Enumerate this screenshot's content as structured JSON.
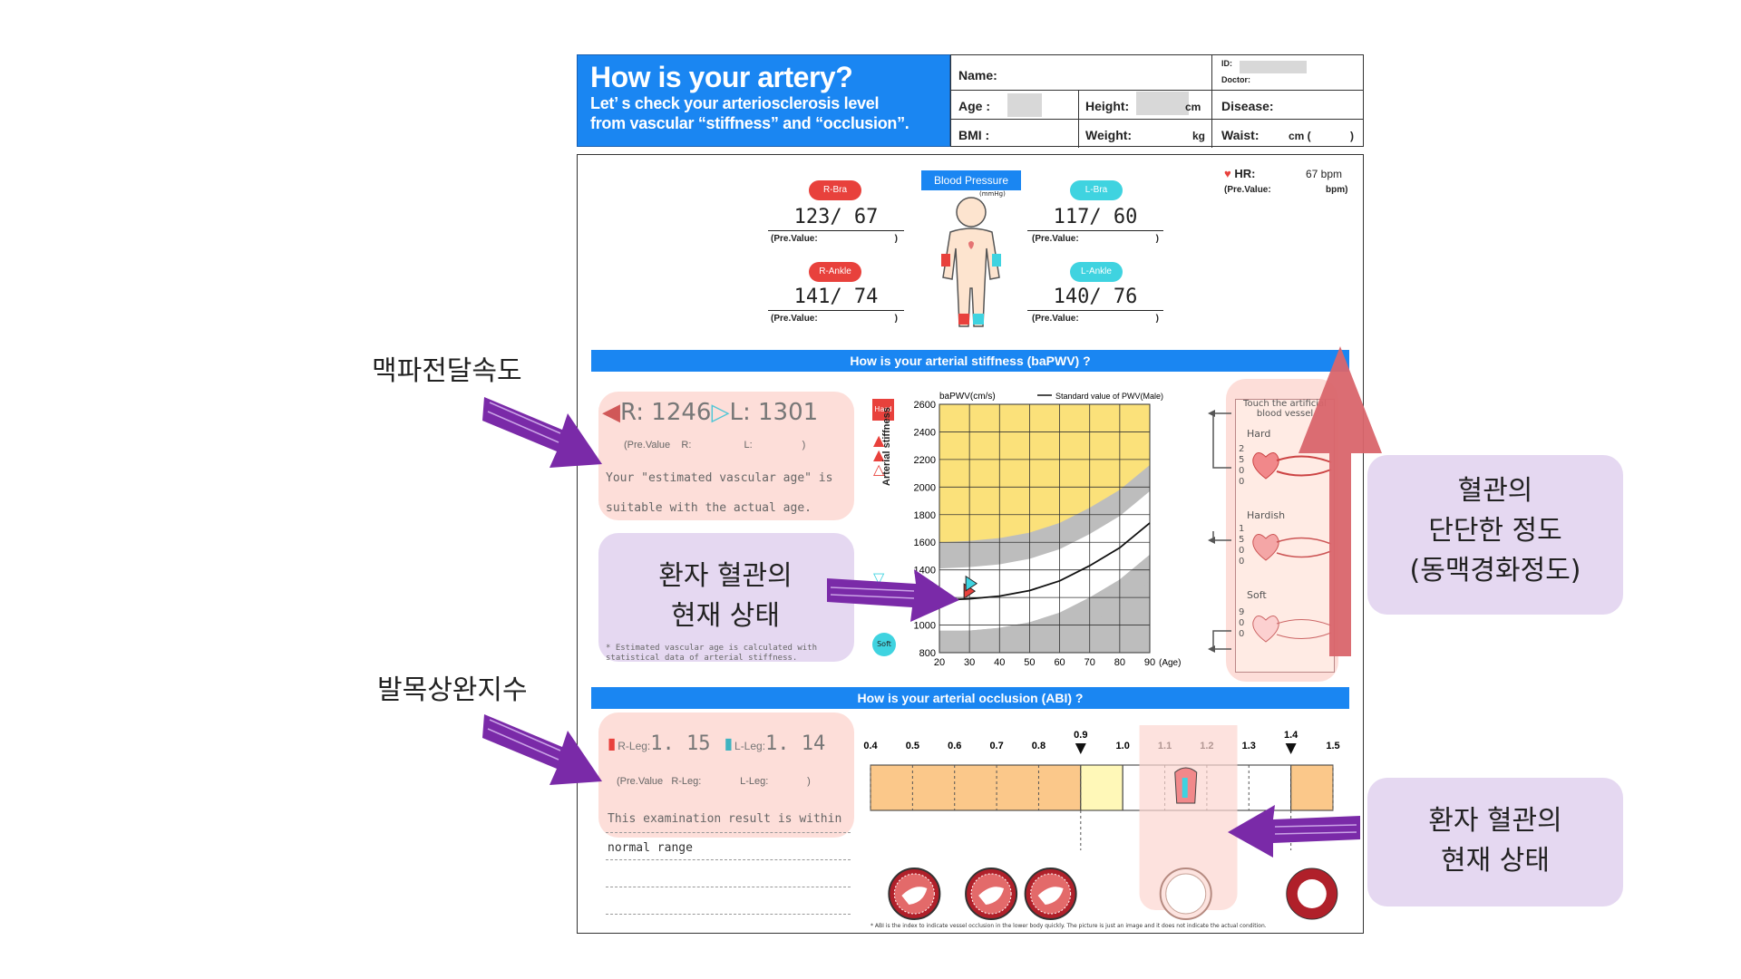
{
  "header": {
    "title": "How is your artery?",
    "subtitle_line1": "Let’ s check your arteriosclerosis level",
    "subtitle_line2": "from vascular “stiffness” and “occlusion”.",
    "name_label": "Name:",
    "id_label": "ID:",
    "doctor_label": "Doctor:",
    "age_label": "Age :",
    "height_label": "Height:",
    "height_unit": "cm",
    "disease_label": "Disease:",
    "bmi_label": "BMI :",
    "weight_label": "Weight:",
    "weight_unit": "kg",
    "waist_label": "Waist:",
    "waist_unit": "cm (",
    "waist_close": ")"
  },
  "blood_pressure": {
    "title": "Blood Pressure",
    "unit": "(mmHg)",
    "r_bra": {
      "label": "R-Bra",
      "value": "123/ 67"
    },
    "l_bra": {
      "label": "L-Bra",
      "value": "117/ 60"
    },
    "r_ankle": {
      "label": "R-Ankle",
      "value": "141/ 74"
    },
    "l_ankle": {
      "label": "L-Ankle",
      "value": "140/ 76"
    },
    "prev_label": "(Pre.Value:",
    "prev_close": ")",
    "hr_label": "HR:",
    "hr_value": "67 bpm",
    "hr_prev": "(Pre.Value:",
    "hr_prev_unit": "bpm)"
  },
  "stiffness": {
    "section_title": "How is your arterial stiffness (baPWV) ?",
    "r_label": "R:",
    "r_value": "1246",
    "l_label": "L:",
    "l_value": "1301",
    "prev_line": "(Pre.Value    R:                   L:                  )",
    "comment_line1": "Your \"estimated vascular age\" is",
    "comment_line2": "suitable with the actual age.",
    "footnote_line1": "* Estimated vascular age is calculated with",
    "footnote_line2": "statistical data of arterial stiffness.",
    "y_axis_label": "Arterial stiffness",
    "hard_badge": "Hard",
    "soft_badge": "Soft",
    "touch_title": "Touch the artificial blood vessel",
    "level_hard": "Hard",
    "level_hardish": "Hardish",
    "level_soft": "Soft",
    "level_hard_num": "2500",
    "level_hardish_num": "1500",
    "level_soft_num": "900"
  },
  "chart_data": {
    "type": "line",
    "title": "",
    "xlabel": "(Age)",
    "ylabel": "baPWV(cm/s)",
    "legend": "Standard value of PWV(Male)",
    "x_ticks": [
      "20",
      "30",
      "40",
      "50",
      "60",
      "70",
      "80",
      "90"
    ],
    "y_ticks": [
      "800",
      "1000",
      "1200",
      "1400",
      "1600",
      "1800",
      "2000",
      "2200",
      "2400",
      "2600"
    ],
    "xlim": [
      20,
      90
    ],
    "ylim": [
      800,
      2600
    ],
    "standard_curve": {
      "x": [
        20,
        30,
        40,
        50,
        60,
        70,
        80,
        90
      ],
      "y": [
        1180,
        1190,
        1210,
        1250,
        1320,
        1430,
        1560,
        1740
      ]
    },
    "patient_points": {
      "age": 30,
      "R": 1246,
      "L": 1301
    }
  },
  "occlusion": {
    "section_title": "How is your arterial occlusion (ABI) ?",
    "r_leg_label": "R-Leg:",
    "r_leg_value": "1. 15",
    "l_leg_label": "L-Leg:",
    "l_leg_value": "1. 14",
    "prev_line": "(Pre.Value   R-Leg:              L-Leg:              )",
    "comment_line1": "This examination result is within",
    "comment_line2": "normal range",
    "ticks": [
      "0.4",
      "0.5",
      "0.6",
      "0.7",
      "0.8",
      "0.9",
      "1.0",
      "1.1",
      "1.2",
      "1.3",
      "1.4",
      "1.5"
    ],
    "patient_value": 1.15,
    "footnote": "* ABI is the index to indicate vessel occlusion in the lower body quickly. The picture is just an image and it does not indicate the actual condition."
  },
  "annotations": {
    "pwv_label": "맥파전달속도",
    "abi_label": "발목상완지수",
    "patient_state_line1": "환자 혈관의",
    "patient_state_line2": "현재 상태",
    "patient_state2_line1": "환자 혈관의",
    "patient_state2_line2": "현재 상태",
    "hardness_line1": "혈관의",
    "hardness_line2": "단단한 정도",
    "hardness_line3": "(동맥경화정도)"
  },
  "colors": {
    "header_blue": "#1a86f2",
    "pink_box": "#fcd6d0",
    "lilac_box": "#e4d6f0",
    "purple_arrow": "#7a2aa8",
    "red_arrow": "#d9656b",
    "chart_yellow": "#fbe17a",
    "chart_gray": "#bdbdbd",
    "abi_orange": "#fbc88a"
  }
}
